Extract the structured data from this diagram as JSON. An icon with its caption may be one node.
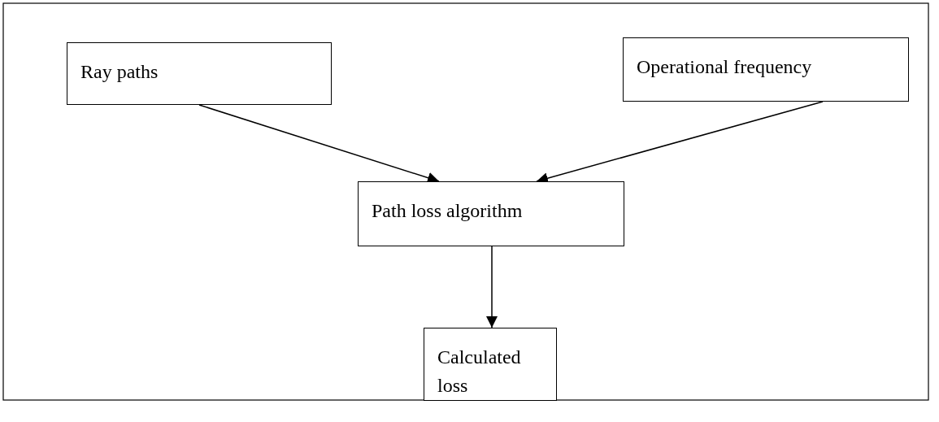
{
  "diagram": {
    "nodes": [
      {
        "text": [
          "Ray paths"
        ]
      },
      {
        "text": [
          "Operational frequency"
        ]
      },
      {
        "text": [
          "Path loss algorithm"
        ]
      },
      {
        "text": [
          "Calculated loss"
        ]
      }
    ],
    "edges": [
      {
        "from": 0,
        "to": 2,
        "arrow": "to"
      },
      {
        "from": 1,
        "to": 2,
        "arrow": "to"
      },
      {
        "from": 2,
        "to": 3,
        "arrow": "to"
      }
    ]
  }
}
